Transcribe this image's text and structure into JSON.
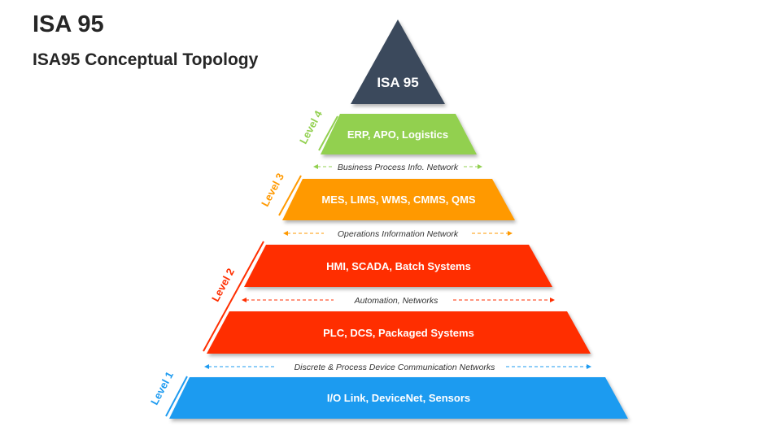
{
  "header": {
    "title": "ISA 95",
    "subtitle": "ISA95 Conceptual Topology"
  },
  "colors": {
    "apex": "#3b4a5c",
    "level4": "#92d050",
    "level3": "#ff9900",
    "level2": "#ff2e00",
    "level1": "#1e9bf0"
  },
  "pyramid": {
    "apex_label": "ISA 95",
    "tiers": [
      {
        "id": "tier-level4",
        "label": "ERP, APO, Logistics",
        "color_key": "level4"
      },
      {
        "id": "tier-level3",
        "label": "MES, LIMS, WMS, CMMS, QMS",
        "color_key": "level3"
      },
      {
        "id": "tier-level2-upper",
        "label": "HMI, SCADA, Batch Systems",
        "color_key": "level2"
      },
      {
        "id": "tier-level2-lower",
        "label": "PLC, DCS, Packaged Systems",
        "color_key": "level2"
      },
      {
        "id": "tier-level1",
        "label": "I/O Link, DeviceNet, Sensors",
        "color_key": "level1"
      }
    ],
    "networks": [
      {
        "id": "network-business",
        "label": "Business Process Info. Network",
        "color_key": "level4"
      },
      {
        "id": "network-operations",
        "label": "Operations Information Network",
        "color_key": "level3"
      },
      {
        "id": "network-automation",
        "label": "Automation, Networks",
        "color_key": "level2"
      },
      {
        "id": "network-device",
        "label": "Discrete & Process Device Communication Networks",
        "color_key": "level1"
      }
    ],
    "levels": [
      {
        "id": "level-4",
        "label": "Level 4",
        "color_key": "level4"
      },
      {
        "id": "level-3",
        "label": "Level 3",
        "color_key": "level3"
      },
      {
        "id": "level-2",
        "label": "Level 2",
        "color_key": "level2"
      },
      {
        "id": "level-1",
        "label": "Level 1",
        "color_key": "level1"
      }
    ]
  }
}
